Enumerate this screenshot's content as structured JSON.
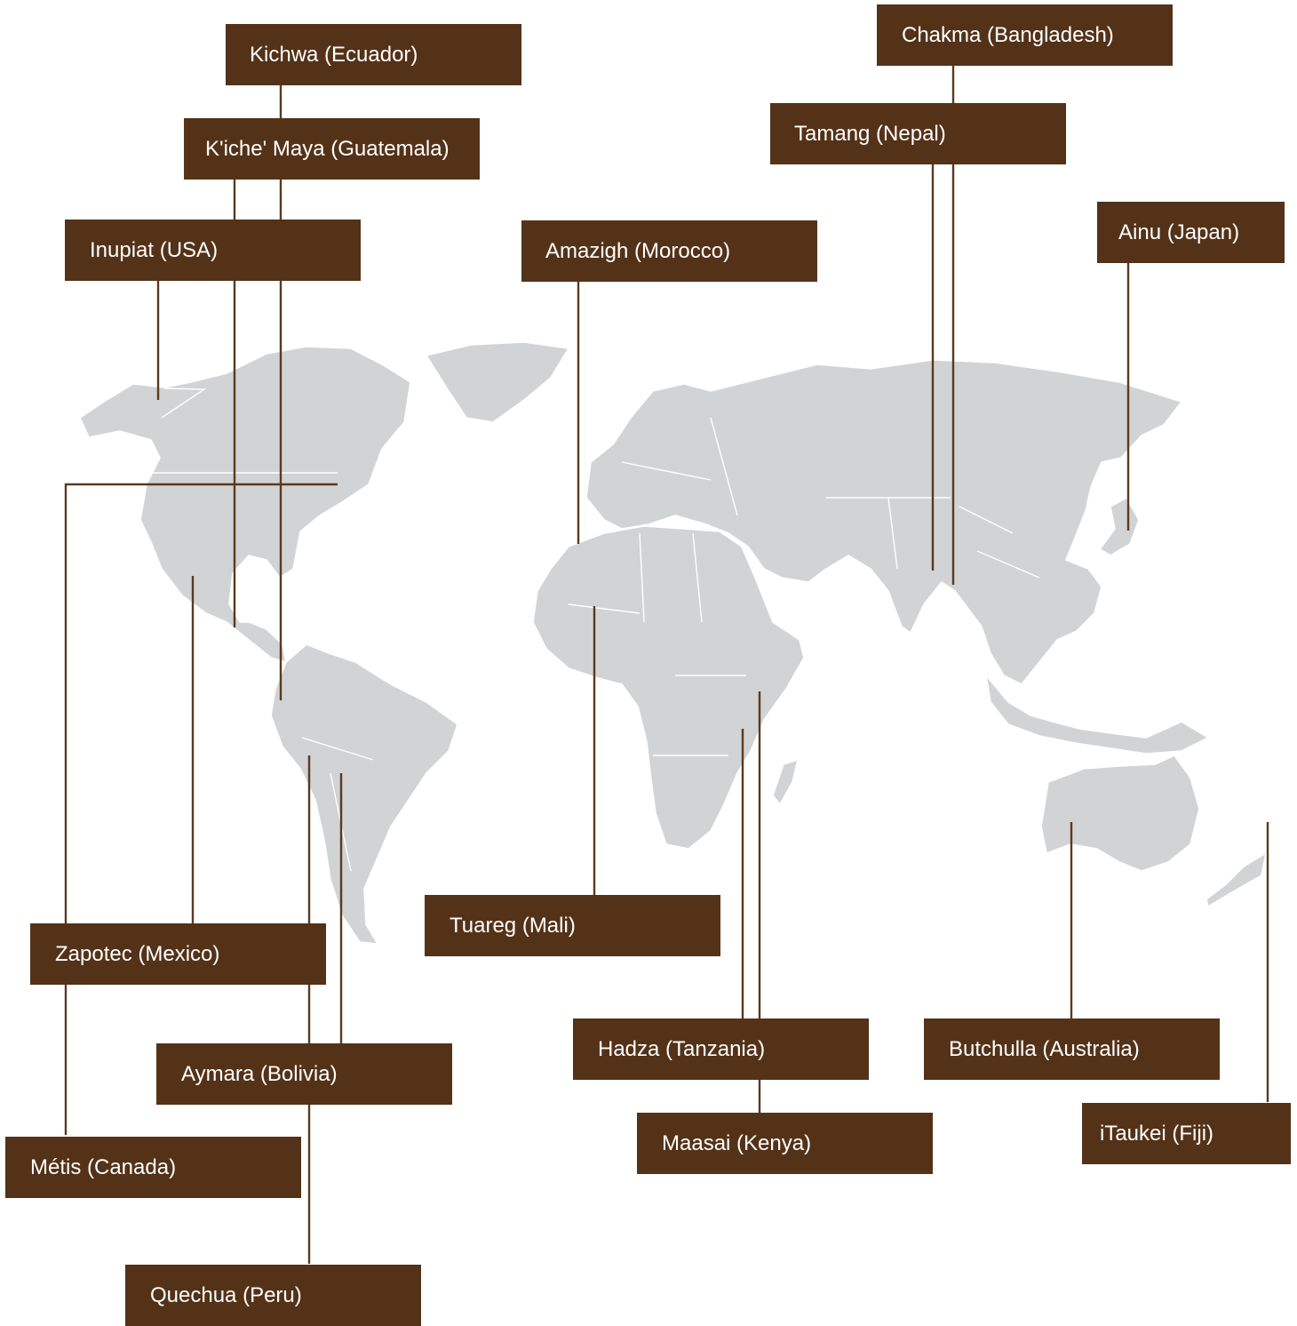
{
  "colors": {
    "land": "#d2d3d5",
    "label_bg": "#543218",
    "leader": "#5a3a20",
    "text": "#ffffff"
  },
  "labels": {
    "kichwa": "Kichwa (Ecuador)",
    "kiche": "K'iche' Maya (Guatemala)",
    "inupiat": "Inupiat (USA)",
    "amazigh": "Amazigh (Morocco)",
    "chakma": "Chakma (Bangladesh)",
    "tamang": "Tamang (Nepal)",
    "ainu": "Ainu (Japan)",
    "tuareg": "Tuareg (Mali)",
    "zapotec": "Zapotec (Mexico)",
    "aymara": "Aymara (Bolivia)",
    "metis": "Métis (Canada)",
    "quechua": "Quechua (Peru)",
    "hadza": "Hadza (Tanzania)",
    "maasai": "Maasai (Kenya)",
    "butchulla": "Butchulla (Australia)",
    "itaukei": "iTaukei (Fiji)"
  }
}
